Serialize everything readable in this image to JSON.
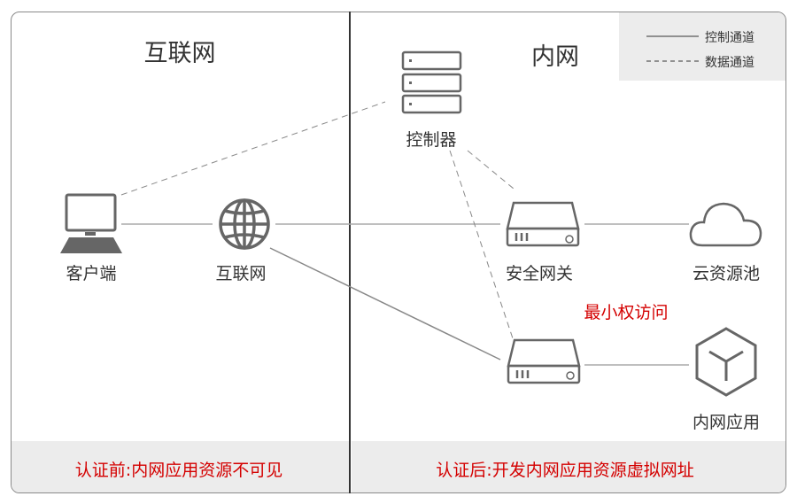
{
  "zones": {
    "internet": "互联网",
    "intranet": "内网"
  },
  "legend": {
    "control": "控制通道",
    "data": "数据通道"
  },
  "nodes": {
    "client": "客户端",
    "internet": "互联网",
    "controller": "控制器",
    "gateway": "安全网关",
    "cloud": "云资源池",
    "app": "内网应用"
  },
  "annotation": "最小权访问",
  "footer": {
    "before": "认证前:内网应用资源不可见",
    "after": "认证后:开发内网应用资源虚拟网址"
  },
  "colors": {
    "accent": "#d40000",
    "line": "#999999",
    "icon": "#666666"
  }
}
